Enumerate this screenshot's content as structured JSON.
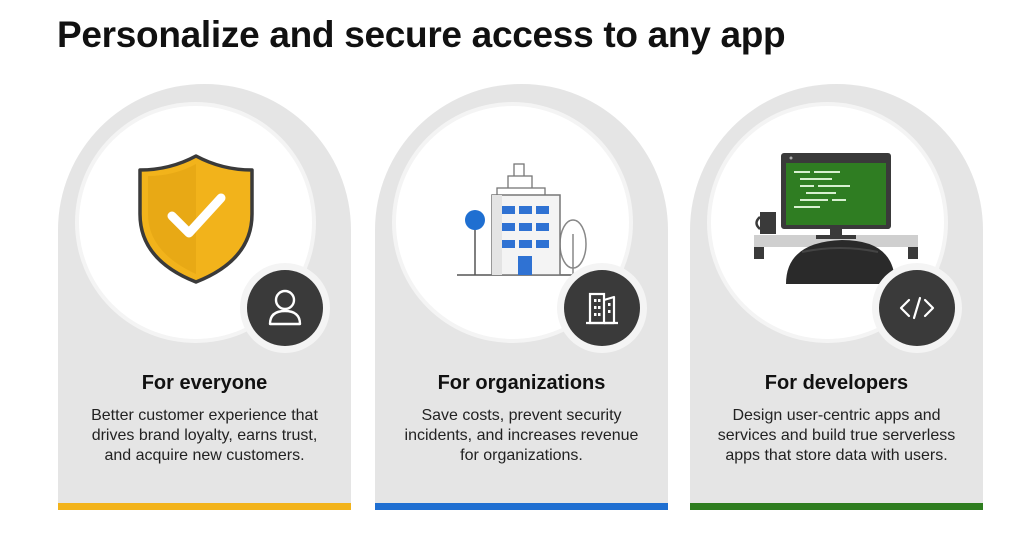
{
  "page": {
    "title": "Personalize and secure access to any app"
  },
  "cards": [
    {
      "title": "For everyone",
      "description": "Better customer experience that drives brand loyalty, earns trust, and acquire new customers.",
      "illustration_icon": "shield-check-icon",
      "badge_icon": "user-icon",
      "accent_color": "#f2b31b"
    },
    {
      "title": "For organizations",
      "description": "Save costs, prevent security incidents, and increases revenue for organizations.",
      "illustration_icon": "office-building-icon",
      "badge_icon": "building-icon",
      "accent_color": "#1f6fd1"
    },
    {
      "title": "For developers",
      "description": "Design user-centric apps and services and build true serverless apps that store data with users.",
      "illustration_icon": "developer-desk-icon",
      "badge_icon": "code-icon",
      "accent_color": "#2e7d1f"
    }
  ]
}
